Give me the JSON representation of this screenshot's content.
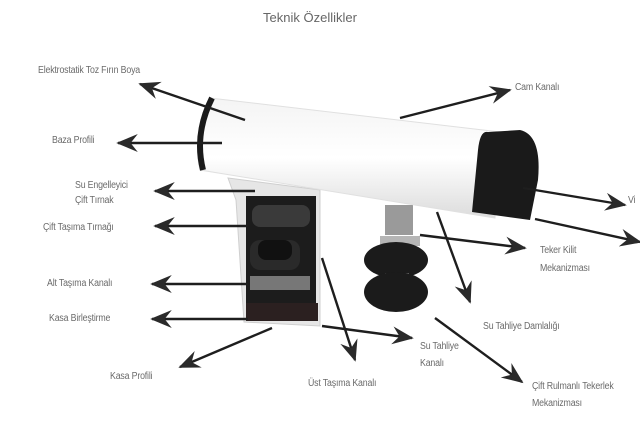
{
  "title": "Teknik Özellikler",
  "labels": {
    "elektrostatik": "Elektrostatik Toz Fırın Boya",
    "cam_kanali": "Cam Kanalı",
    "baza_profili": "Baza Profili",
    "su_engelleyici_1": "Su Engelleyici",
    "su_engelleyici_2": "Çift Tırnak",
    "vi": "Vi",
    "cift_tasima": "Çift Taşıma Tırnağı",
    "teker_kilit_1": "Teker Kilit",
    "teker_kilit_2": "Mekanizması",
    "alt_tasima": "Alt Taşıma Kanalı",
    "kasa_birlestirme": "Kasa Birleştirme",
    "su_tahliye_damlaligi": "Su Tahliye Damlalığı",
    "su_tahliye_kanali_1": "Su Tahliye",
    "su_tahliye_kanali_2": "Kanalı",
    "kasa_profili": "Kasa Profili",
    "ust_tasima": "Üst Taşıma Kanalı",
    "cift_rulmanli_1": "Çift Rulmanlı Tekerlek",
    "cift_rulmanli_2": "Mekanizması"
  }
}
